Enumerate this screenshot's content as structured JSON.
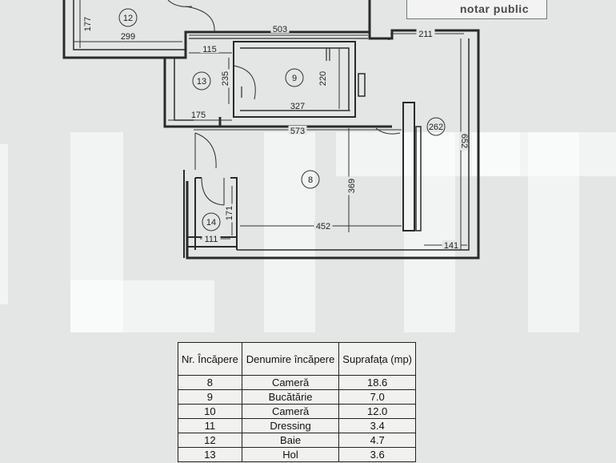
{
  "stamp_text": "notar public",
  "dimensions": [
    "177",
    "299",
    "503",
    "211",
    "115",
    "235",
    "220",
    "327",
    "175",
    "573",
    "652",
    "369",
    "452",
    "171",
    "111",
    "141"
  ],
  "room_labels": [
    "12",
    "13",
    "9",
    "262",
    "8",
    "14"
  ],
  "table": {
    "headers": [
      "Nr. Încăpere",
      "Denumire încăpere",
      "Suprafața (mp)"
    ],
    "rows": [
      [
        "8",
        "Cameră",
        "18.6"
      ],
      [
        "9",
        "Bucătărie",
        "7.0"
      ],
      [
        "10",
        "Cameră",
        "12.0"
      ],
      [
        "11",
        "Dressing",
        "3.4"
      ],
      [
        "12",
        "Baie",
        "4.7"
      ],
      [
        "13",
        "Hol",
        "3.6"
      ]
    ]
  }
}
